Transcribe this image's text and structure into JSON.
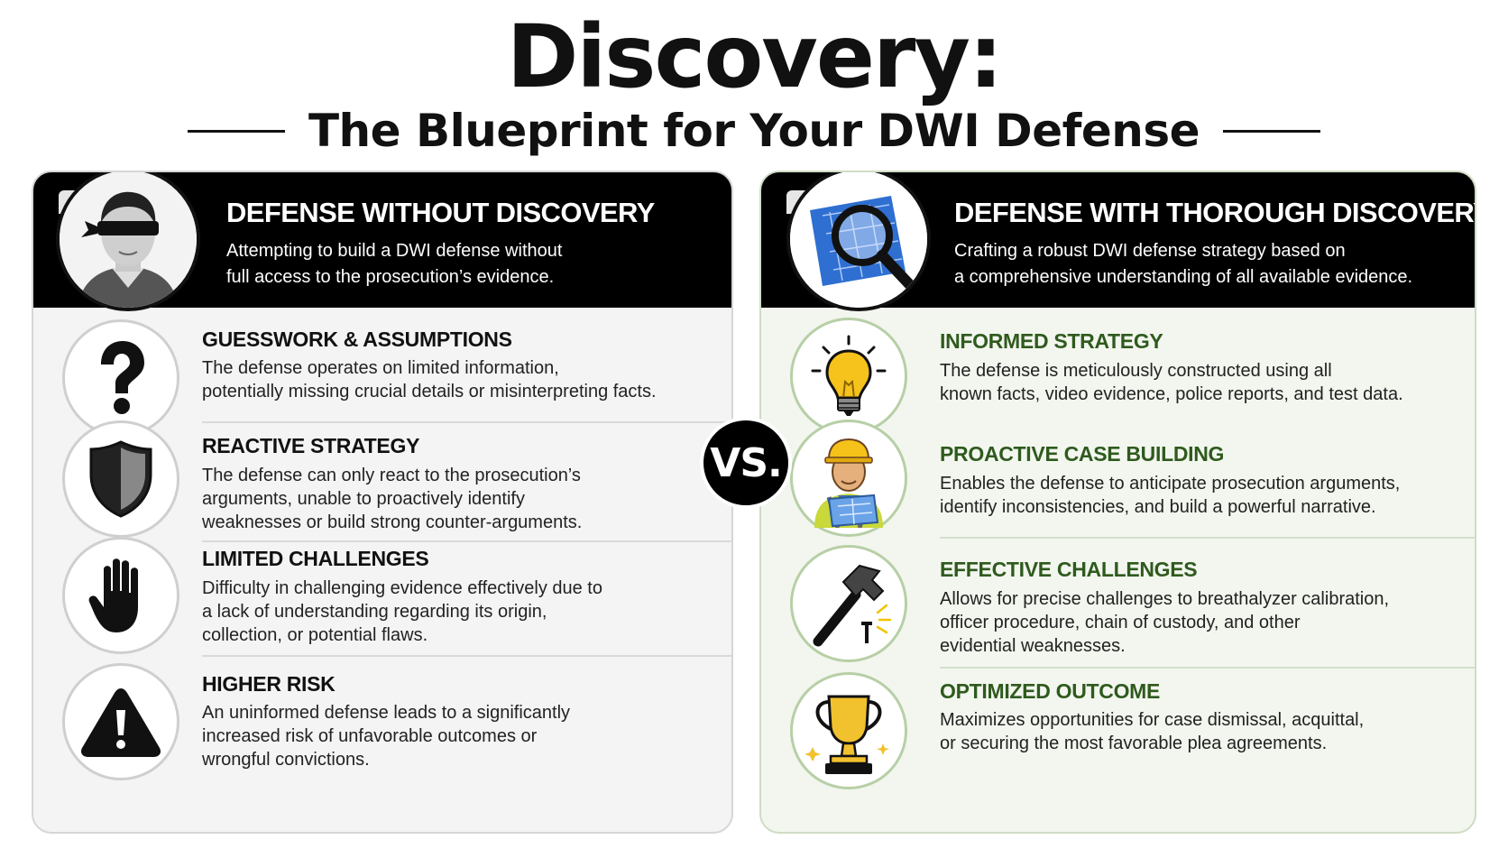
{
  "title": "Discovery:",
  "subtitle": "The Blueprint for Your DWI Defense",
  "vs_label": "VS.",
  "left": {
    "title": "DEFENSE WITHOUT DISCOVERY",
    "desc_line1": "Attempting to build a DWI defense without",
    "desc_line2": "full access to the prosecution’s evidence.",
    "header_icon": "blindfolded-man-icon",
    "items": [
      {
        "icon": "question-mark-icon",
        "title": "GUESSWORK & ASSUMPTIONS",
        "lines": [
          "The defense operates on limited information,",
          "potentially missing crucial details or misinterpreting facts."
        ]
      },
      {
        "icon": "shield-icon",
        "title": "REACTIVE STRATEGY",
        "lines": [
          "The defense can only react to the prosecution’s",
          "arguments, unable to proactively identify",
          "weaknesses or build strong counter-arguments."
        ]
      },
      {
        "icon": "hand-stop-icon",
        "title": "LIMITED CHALLENGES",
        "lines": [
          "Difficulty in challenging evidence effectively due to",
          "a lack of understanding regarding its origin,",
          "collection, or potential flaws."
        ]
      },
      {
        "icon": "warning-icon",
        "title": "HIGHER RISK",
        "lines": [
          "An uninformed defense leads to a significantly",
          "increased risk of unfavorable outcomes or",
          "wrongful convictions."
        ]
      }
    ]
  },
  "right": {
    "title": "DEFENSE WITH THOROUGH DISCOVERY",
    "desc_line1": "Crafting a robust DWI defense strategy based on",
    "desc_line2": "a comprehensive understanding of all available evidence.",
    "header_icon": "magnifier-blueprint-icon",
    "items": [
      {
        "icon": "lightbulb-icon",
        "title": "INFORMED STRATEGY",
        "lines": [
          "The defense is meticulously constructed using all",
          "known facts, video evidence, police reports, and test data."
        ]
      },
      {
        "icon": "builder-icon",
        "title": "PROACTIVE CASE BUILDING",
        "lines": [
          "Enables the defense to anticipate prosecution arguments,",
          "identify inconsistencies, and build a powerful narrative."
        ]
      },
      {
        "icon": "hammer-icon",
        "title": "EFFECTIVE CHALLENGES",
        "lines": [
          "Allows for precise challenges to breathalyzer calibration,",
          "officer procedure, chain of custody, and other",
          "evidential weaknesses."
        ]
      },
      {
        "icon": "trophy-icon",
        "title": "OPTIMIZED OUTCOME",
        "lines": [
          "Maximizes opportunities for case dismissal, acquittal,",
          "or securing the most favorable plea agreements."
        ]
      }
    ]
  }
}
